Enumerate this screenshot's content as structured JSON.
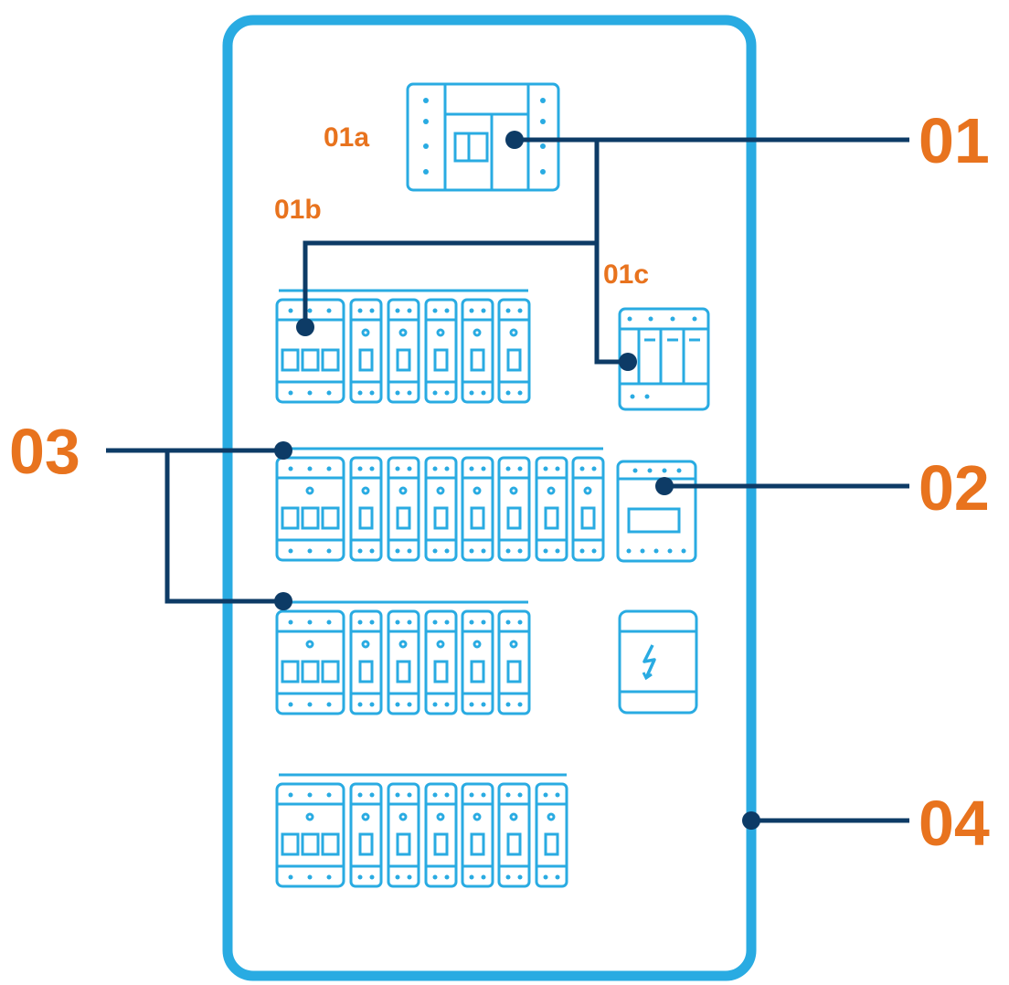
{
  "colors": {
    "device": "#29abe2",
    "leader": "#0d3b66",
    "label": "#e8731e",
    "background": "#ffffff"
  },
  "labels": {
    "l01": "01",
    "l01a": "01a",
    "l01b": "01b",
    "l01c": "01c",
    "l02": "02",
    "l03": "03",
    "l04": "04"
  },
  "icons": {
    "meter": "lightning-icon"
  }
}
